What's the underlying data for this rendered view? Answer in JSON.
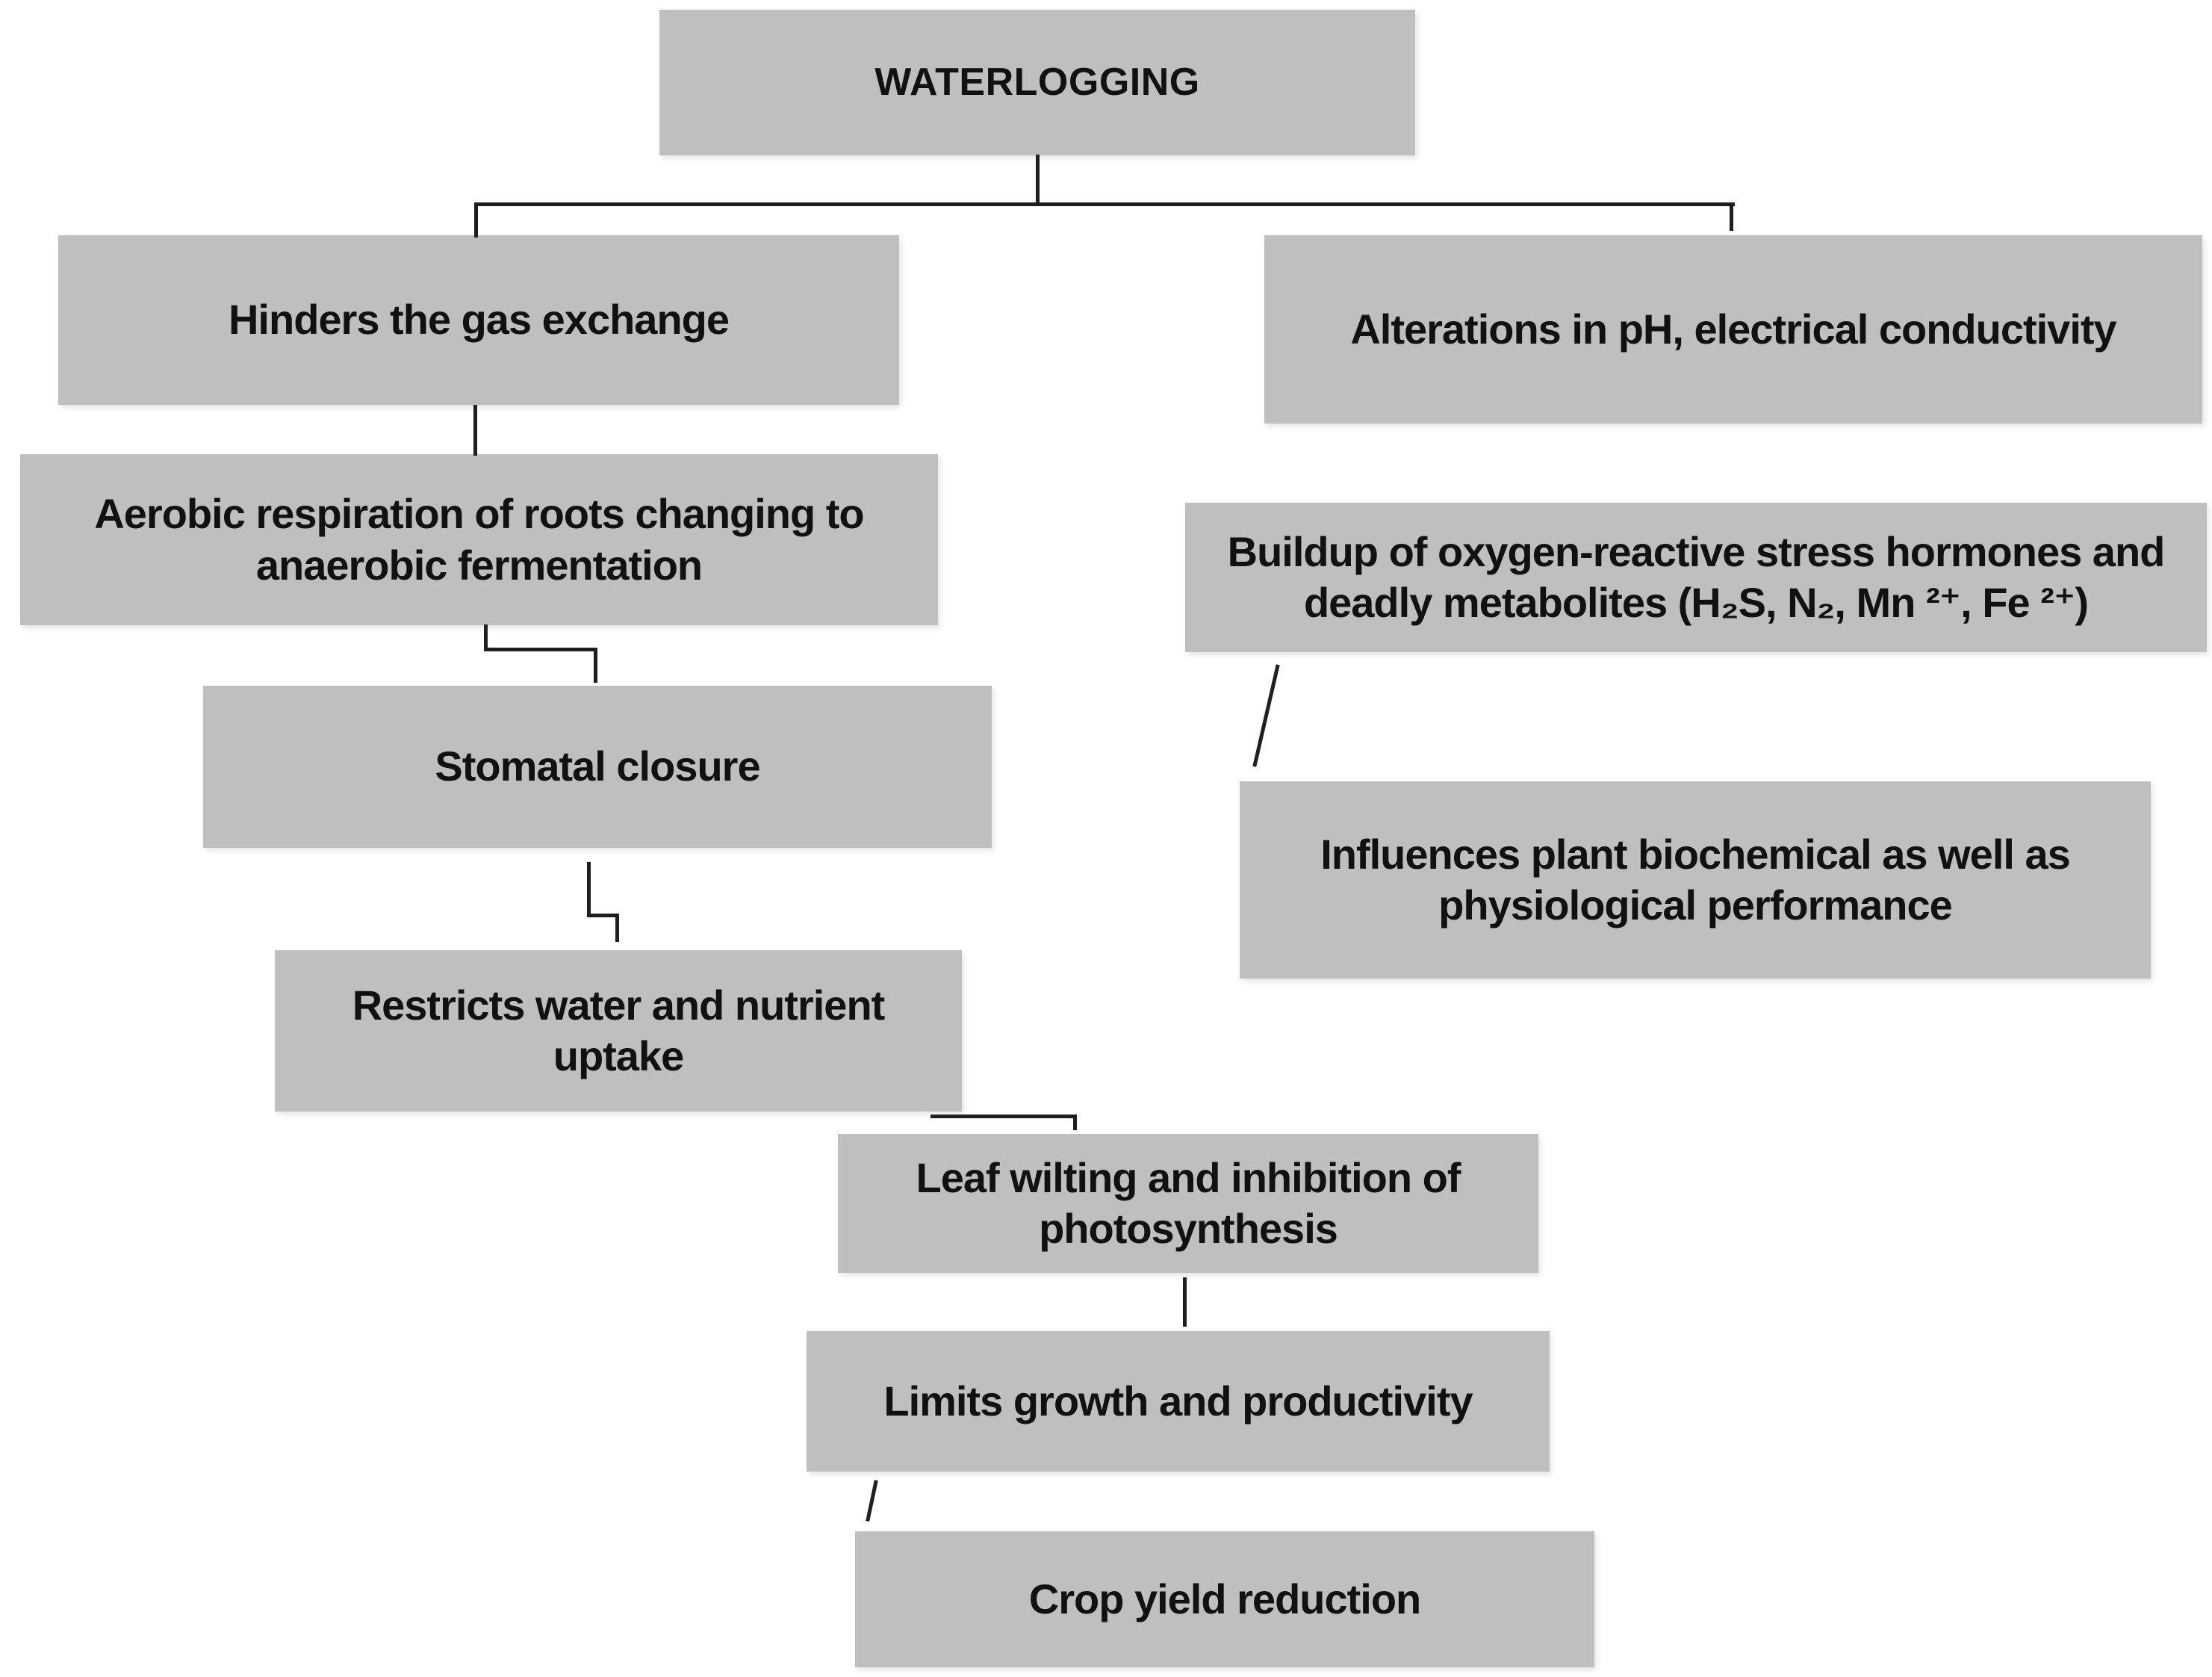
{
  "diagram": {
    "type": "flowchart",
    "colors": {
      "box_fill": "#bfbfbf",
      "text": "#111111",
      "line": "#1f1f1f",
      "background": "#ffffff"
    },
    "nodes": [
      {
        "id": "waterlogging",
        "label": "WATERLOGGING"
      },
      {
        "id": "hinders",
        "label": "Hinders the gas exchange"
      },
      {
        "id": "alterations",
        "label": "Alterations in pH, electrical conductivity"
      },
      {
        "id": "aerobic",
        "label": "Aerobic respiration of roots changing to\nanaerobic fermentation"
      },
      {
        "id": "buildup",
        "label": "Buildup of oxygen-reactive stress hormones and\ndeadly metabolites (H₂S, N₂, Mn ²⁺, Fe ²⁺)"
      },
      {
        "id": "stomatal",
        "label": "Stomatal closure"
      },
      {
        "id": "influences",
        "label": "Influences plant biochemical as well as\nphysiological performance"
      },
      {
        "id": "restricts",
        "label": "Restricts water and nutrient\nuptake"
      },
      {
        "id": "leaf-wilting",
        "label": "Leaf wilting and inhibition of\nphotosynthesis"
      },
      {
        "id": "limits",
        "label": "Limits growth and productivity"
      },
      {
        "id": "crop-yield",
        "label": "Crop yield reduction"
      }
    ],
    "edges": [
      {
        "from": "waterlogging",
        "to": "hinders"
      },
      {
        "from": "waterlogging",
        "to": "alterations"
      },
      {
        "from": "hinders",
        "to": "aerobic"
      },
      {
        "from": "aerobic",
        "to": "stomatal"
      },
      {
        "from": "stomatal",
        "to": "restricts"
      },
      {
        "from": "restricts",
        "to": "leaf-wilting"
      },
      {
        "from": "leaf-wilting",
        "to": "limits"
      },
      {
        "from": "limits",
        "to": "crop-yield"
      },
      {
        "from": "alterations",
        "to": "buildup"
      },
      {
        "from": "buildup",
        "to": "influences"
      }
    ]
  }
}
